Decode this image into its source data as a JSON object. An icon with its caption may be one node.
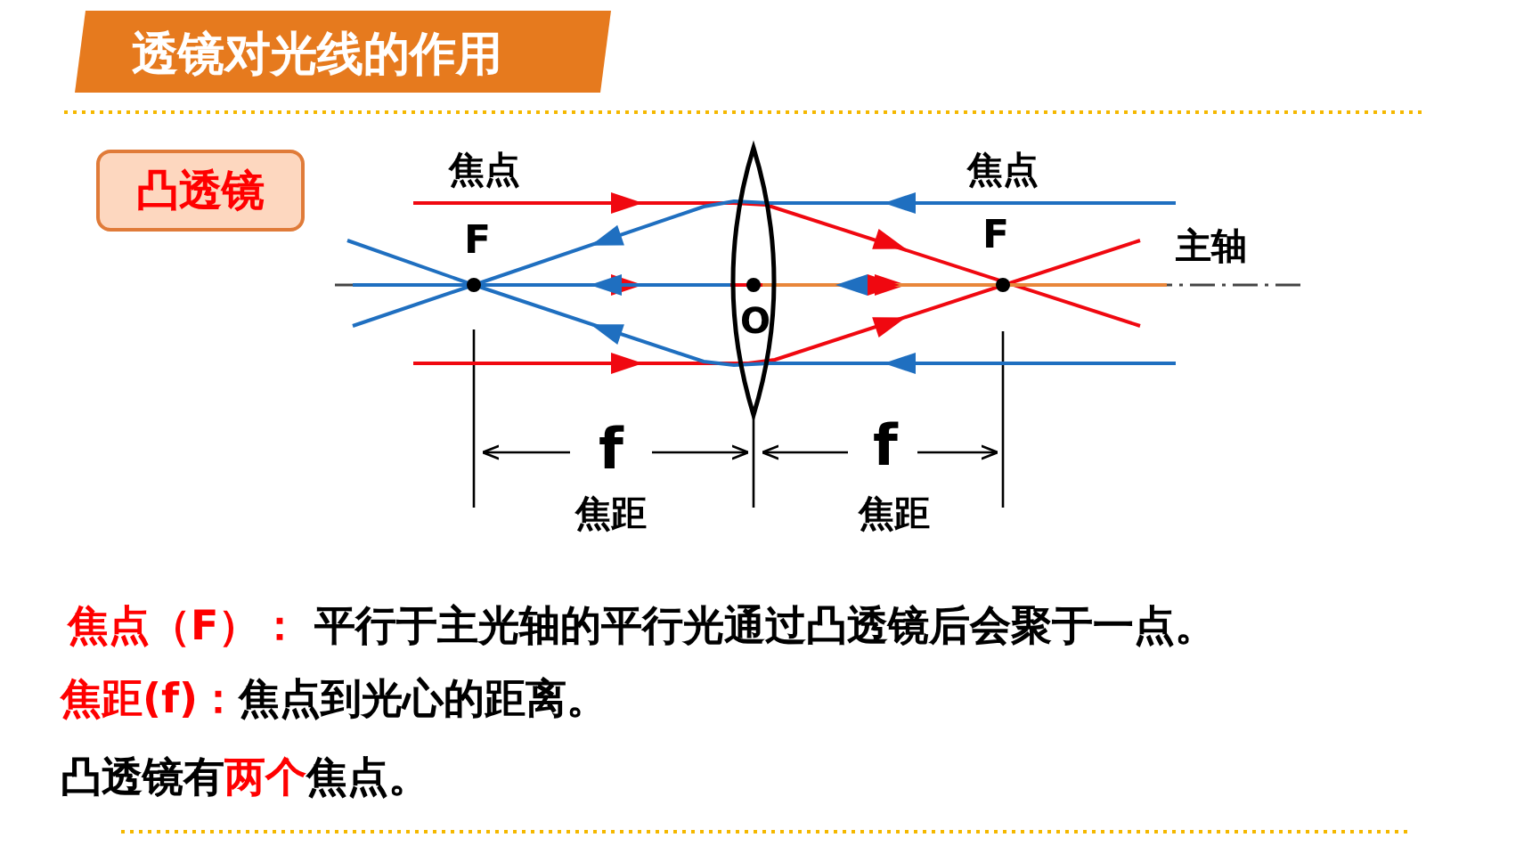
{
  "diagram": {
    "title": "透镜对光线的作用",
    "nodes": [
      {
        "text": [
          "凸透镜"
        ]
      }
    ],
    "edges": [],
    "labels": [
      "焦点",
      "焦点",
      "F",
      "F",
      "主轴",
      "O",
      "f",
      "焦距",
      "f",
      "焦距",
      "**焦点（F）：** 平行于主光轴的平行光通过凸透镜后会聚于一点。",
      "**焦距(f)：**焦点到光心的距离。",
      "凸透镜有**两个**焦点。"
    ]
  }
}
